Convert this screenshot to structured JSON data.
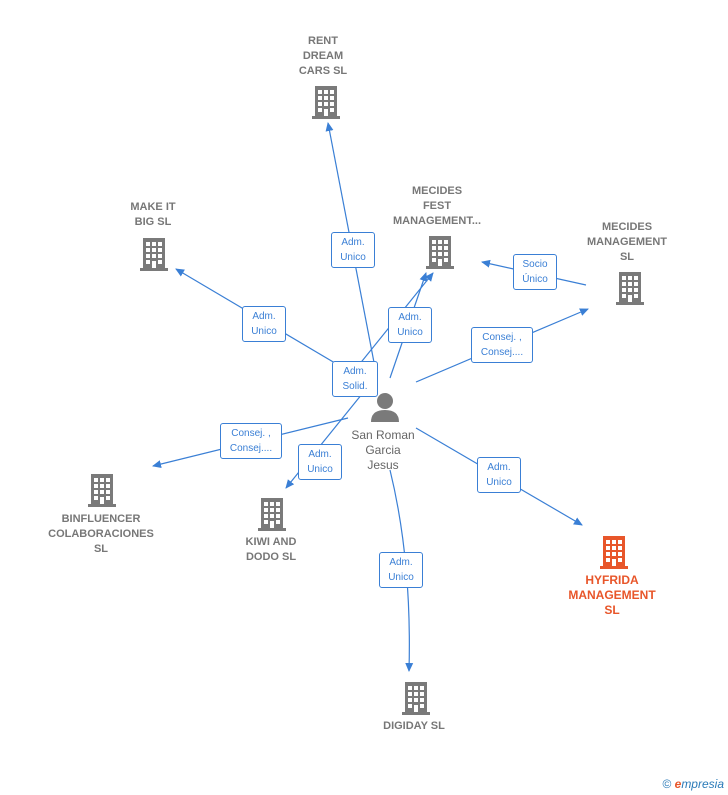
{
  "colors": {
    "edge": "#3a7fd5",
    "building": "#7a7a7a",
    "focus_building": "#e8562a"
  },
  "person": {
    "label": "San Roman\nGarcia\nJesus",
    "icon": "person-icon"
  },
  "companies": [
    {
      "id": "rent-dream-cars",
      "label": "RENT\nDREAM\nCARS  SL",
      "icon": "building-icon",
      "focus": false
    },
    {
      "id": "make-it-big",
      "label": "MAKE IT\nBIG  SL",
      "icon": "building-icon",
      "focus": false
    },
    {
      "id": "mecides-fest",
      "label": "MECIDES\nFEST\nMANAGEMENT...",
      "icon": "building-icon",
      "focus": false
    },
    {
      "id": "mecides-management",
      "label": "MECIDES\nMANAGEMENT\nSL",
      "icon": "building-icon",
      "focus": false
    },
    {
      "id": "binfluencer",
      "label": "BINFLUENCER\nCOLABORACIONES\nSL",
      "icon": "building-icon",
      "focus": false
    },
    {
      "id": "kiwi-and-dodo",
      "label": "KIWI AND\nDODO  SL",
      "icon": "building-icon",
      "focus": false
    },
    {
      "id": "hyfrida",
      "label": "HYFRIDA\nMANAGEMENT\nSL",
      "icon": "building-icon",
      "focus": true
    },
    {
      "id": "digiday",
      "label": "DIGIDAY  SL",
      "icon": "building-icon",
      "focus": false
    }
  ],
  "edges": [
    {
      "id": "e-rent",
      "label": "Adm.\nUnico"
    },
    {
      "id": "e-makeit",
      "label": "Adm.\nUnico"
    },
    {
      "id": "e-solid",
      "label": "Adm.\nSolid."
    },
    {
      "id": "e-fest",
      "label": "Adm.\nUnico"
    },
    {
      "id": "e-socio",
      "label": "Socio\nÚnico"
    },
    {
      "id": "e-consej-mm",
      "label": "Consej. ,\nConsej...."
    },
    {
      "id": "e-consej-bin",
      "label": "Consej. ,\nConsej...."
    },
    {
      "id": "e-kiwi",
      "label": "Adm.\nUnico"
    },
    {
      "id": "e-hyfrida",
      "label": "Adm.\nUnico"
    },
    {
      "id": "e-digiday",
      "label": "Adm.\nUnico"
    }
  ],
  "footer": {
    "copyright": "©",
    "brand_e": "e",
    "brand_rest": "mpresia"
  }
}
